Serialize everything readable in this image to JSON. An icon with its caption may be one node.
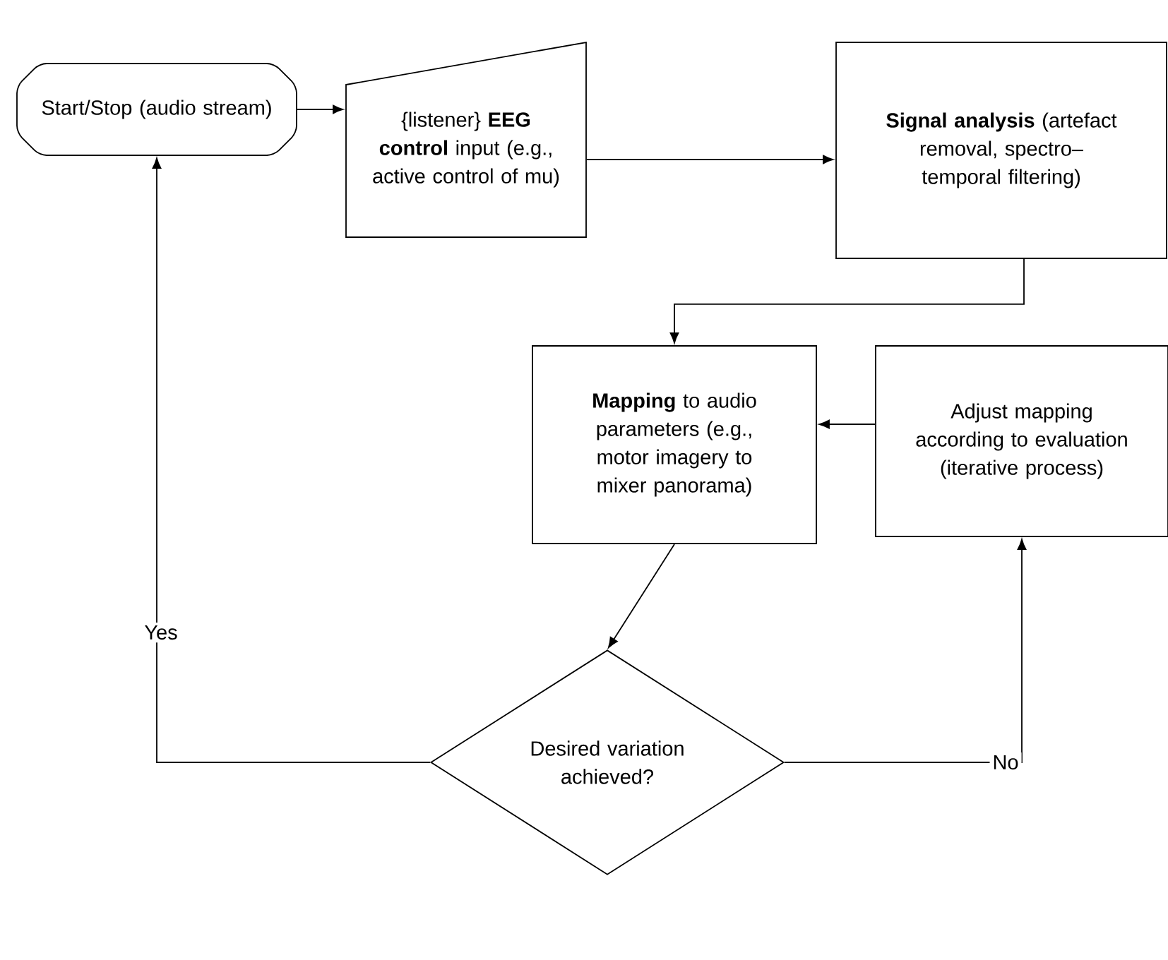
{
  "diagram": {
    "nodes": [
      {
        "text": [
          "Start/Stop (audio stream)"
        ]
      },
      {
        "text": [
          "{listener} **EEG control** input (e.g., active control of mu)"
        ]
      },
      {
        "text": [
          "**Signal analysis** (artefact removal, spectro–temporal filtering)"
        ]
      },
      {
        "text": [
          "**Mapping** to audio parameters (e.g., motor imagery to mixer panorama)"
        ]
      },
      {
        "text": [
          "Adjust mapping according to evaluation (iterative process)"
        ]
      },
      {
        "text": [
          "Desired variation achieved?"
        ]
      }
    ],
    "edges": [
      {
        "from": 0,
        "to": 1,
        "arrow": "to"
      },
      {
        "from": 1,
        "to": 2,
        "arrow": "to"
      },
      {
        "from": 2,
        "to": 3,
        "arrow": "to"
      },
      {
        "from": 3,
        "to": 5,
        "arrow": "to"
      },
      {
        "from": 5,
        "to": 0,
        "arrow": "to",
        "label": "Yes"
      },
      {
        "from": 5,
        "to": 4,
        "arrow": "to",
        "label": "No"
      },
      {
        "from": 4,
        "to": 3,
        "arrow": "to"
      }
    ]
  }
}
